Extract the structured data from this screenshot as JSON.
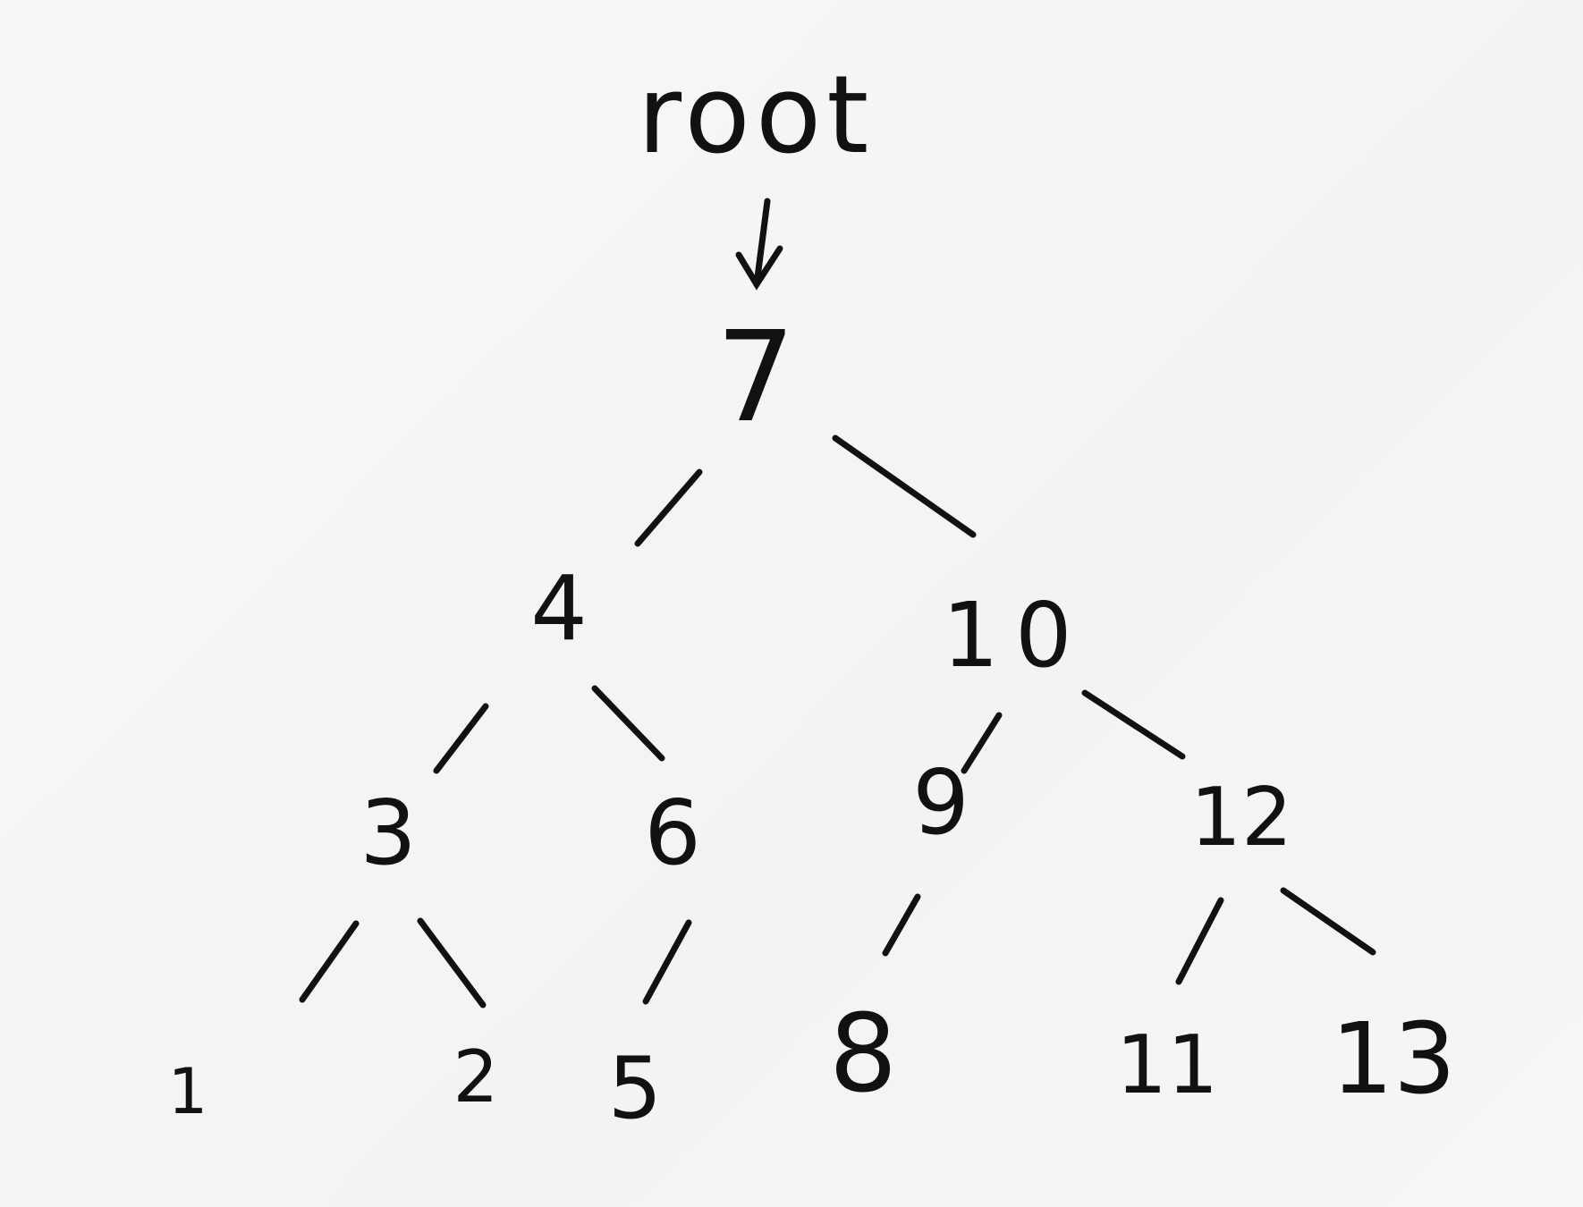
{
  "diagram": {
    "root_label": "root",
    "root_arrow_icon": "down-arrow-icon",
    "nodes": [
      {
        "id": "n7",
        "label": "7"
      },
      {
        "id": "n4",
        "label": "4"
      },
      {
        "id": "n10",
        "label": "10"
      },
      {
        "id": "n3",
        "label": "3"
      },
      {
        "id": "n6",
        "label": "6"
      },
      {
        "id": "n9",
        "label": "9"
      },
      {
        "id": "n12",
        "label": "12"
      },
      {
        "id": "n1",
        "label": "1"
      },
      {
        "id": "n2",
        "label": "2"
      },
      {
        "id": "n5",
        "label": "5"
      },
      {
        "id": "n8",
        "label": "8"
      },
      {
        "id": "n11",
        "label": "11"
      },
      {
        "id": "n13",
        "label": "13"
      }
    ],
    "edges": [
      {
        "from": "7",
        "to": "4"
      },
      {
        "from": "7",
        "to": "10"
      },
      {
        "from": "4",
        "to": "3"
      },
      {
        "from": "4",
        "to": "6"
      },
      {
        "from": "10",
        "to": "9"
      },
      {
        "from": "10",
        "to": "12"
      },
      {
        "from": "3",
        "to": "1"
      },
      {
        "from": "3",
        "to": "2"
      },
      {
        "from": "6",
        "to": "5"
      },
      {
        "from": "9",
        "to": "8"
      },
      {
        "from": "12",
        "to": "11"
      },
      {
        "from": "12",
        "to": "13"
      }
    ]
  }
}
